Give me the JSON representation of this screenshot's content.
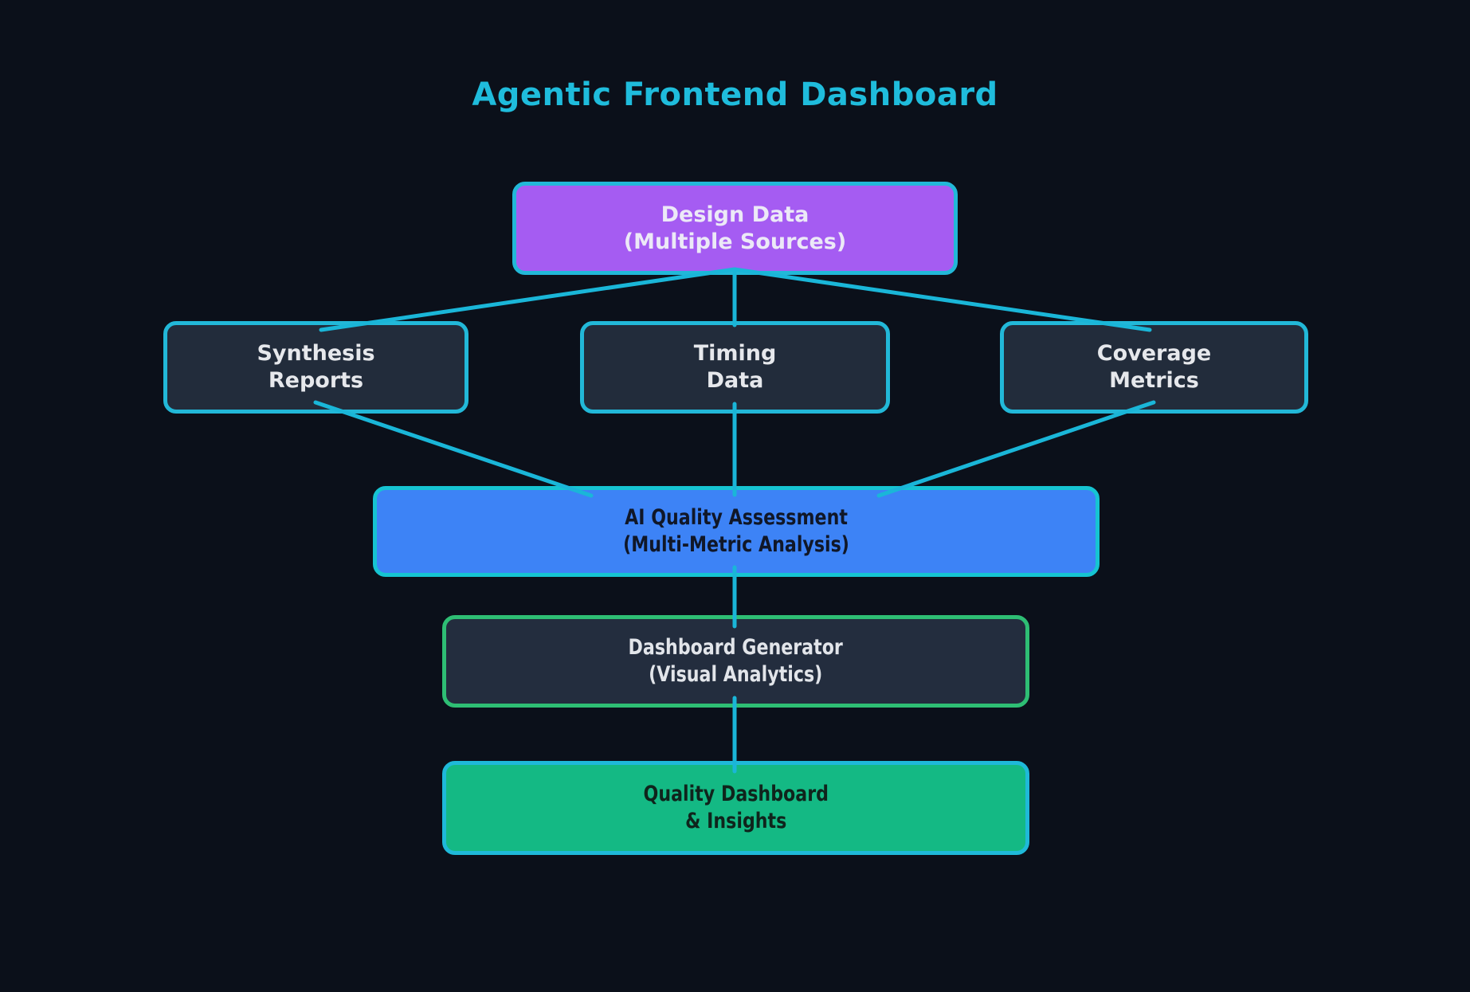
{
  "title": {
    "text": "Agentic Frontend Dashboard",
    "color": "#1fbcdc"
  },
  "nodes": {
    "design": {
      "line1": "Design Data",
      "line2": "(Multiple Sources)",
      "fill": "#a55cf2",
      "border": "#22b8d8",
      "text_color": "#ece9f7"
    },
    "synthesis": {
      "line1": "Synthesis",
      "line2": "Reports",
      "fill": "#222c3b",
      "border": "#22b8d8",
      "text_color": "#e6e8ec"
    },
    "timing": {
      "line1": "Timing",
      "line2": "Data",
      "fill": "#222c3b",
      "border": "#22b8d8",
      "text_color": "#e6e8ec"
    },
    "coverage": {
      "line1": "Coverage",
      "line2": "Metrics",
      "fill": "#222c3b",
      "border": "#22b8d8",
      "text_color": "#e6e8ec"
    },
    "ai": {
      "line1": "AI Quality Assessment",
      "line2": "(Multi-Metric Analysis)",
      "fill": "#3d83f6",
      "border": "#16c4d2",
      "text_color": "#101728"
    },
    "generator": {
      "line1": "Dashboard Generator",
      "line2": "(Visual Analytics)",
      "fill": "#232d3e",
      "border": "#2ebe74",
      "text_color": "#e2e5ea"
    },
    "quality": {
      "line1": "Quality Dashboard",
      "line2": "& Insights",
      "fill": "#14b984",
      "border": "#1fb9d9",
      "text_color": "#0f241c"
    }
  },
  "edges": [
    {
      "from": "design",
      "to": "synthesis"
    },
    {
      "from": "design",
      "to": "timing"
    },
    {
      "from": "design",
      "to": "coverage"
    },
    {
      "from": "synthesis",
      "to": "ai"
    },
    {
      "from": "timing",
      "to": "ai"
    },
    {
      "from": "coverage",
      "to": "ai"
    },
    {
      "from": "ai",
      "to": "generator"
    },
    {
      "from": "generator",
      "to": "quality"
    }
  ],
  "connector_color": "#1ab6d8",
  "background_color": "#0b101a"
}
